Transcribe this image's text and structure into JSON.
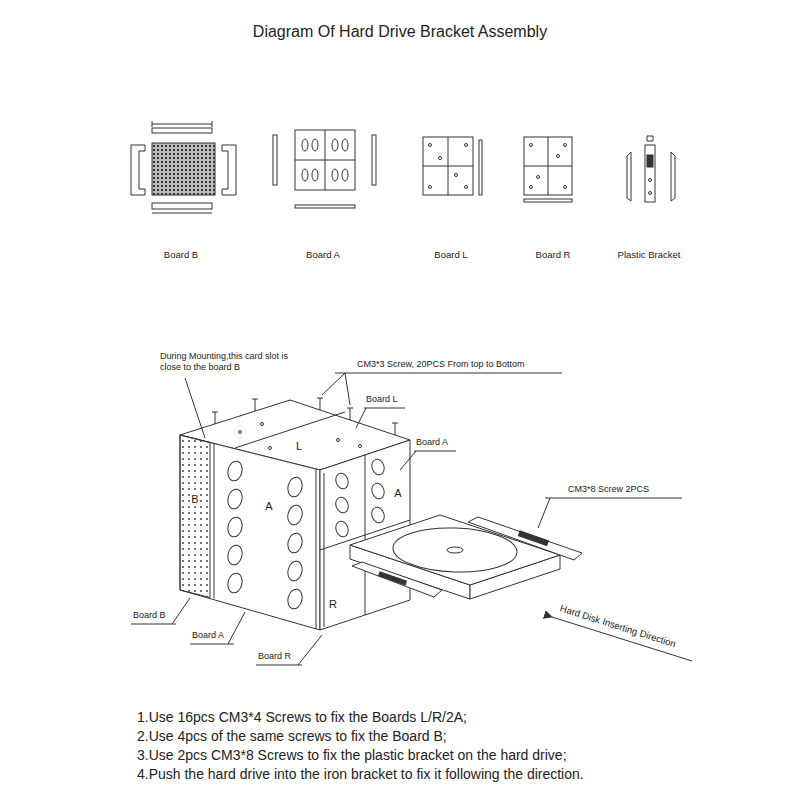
{
  "diagram": {
    "title": "Diagram Of Hard Drive Bracket Assembly",
    "labels": [
      "Board B",
      "Board A",
      "Board L",
      "Board R",
      "Plastic Bracket",
      "During Mounting,this card slot is close to the board B",
      "CM3*3 Screw, 20PCS From top to Bottom",
      "Board L",
      "Board A",
      "CM3*8 Screw 2PCS",
      "Board B",
      "Board A",
      "Board R",
      "Hard Disk Inserting Direction",
      "L",
      "A",
      "A",
      "R",
      "B",
      "1.Use 16pcs CM3*4 Screws to fix the Boards L/R/2A;",
      "2.Use 4pcs of the same screws to fix the Board B;",
      "3.Use 2pcs CM3*8 Screws to fix the plastic bracket on the hard drive;",
      "4.Push the hard drive into the iron bracket to fix it following the direction."
    ]
  }
}
